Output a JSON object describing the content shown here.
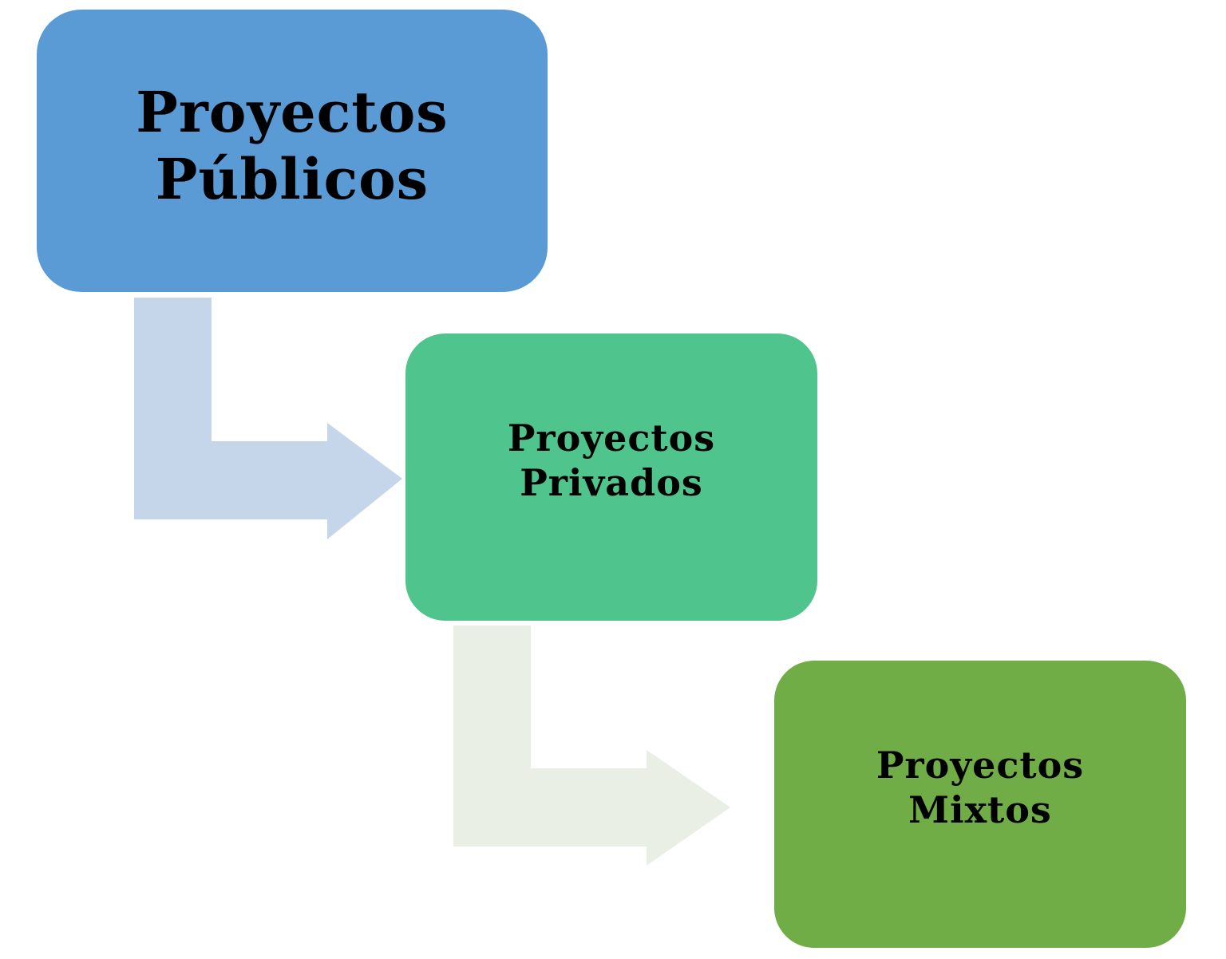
{
  "diagram": {
    "nodes": [
      {
        "id": "publicos",
        "label": "Proyectos\nPúblicos",
        "color": "#5b9bd5"
      },
      {
        "id": "privados",
        "label": "Proyectos\nPrivados",
        "color": "#4fc58d"
      },
      {
        "id": "mixtos",
        "label": "Proyectos\nMixtos",
        "color": "#70ad47"
      }
    ],
    "connectors": [
      {
        "from": "publicos",
        "to": "privados",
        "color": "#c5d5ea"
      },
      {
        "from": "privados",
        "to": "mixtos",
        "color": "#eaefe6"
      }
    ]
  }
}
